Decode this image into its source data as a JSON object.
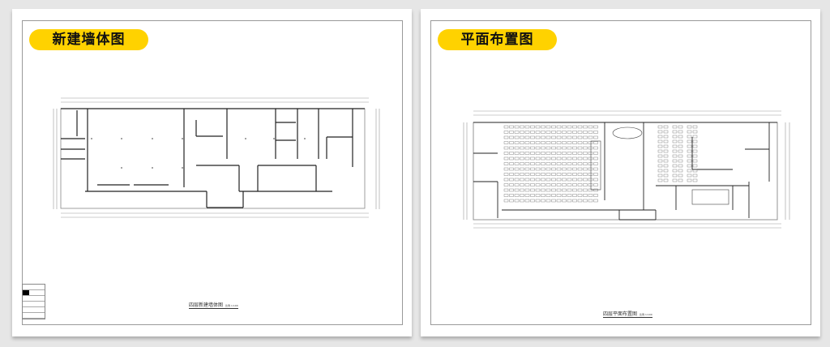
{
  "panels": [
    {
      "label": "新建墙体图",
      "caption": "四层新建墙体图",
      "scale": "比例 1:100"
    },
    {
      "label": "平面布置图",
      "caption": "四层平面布置图",
      "scale": "比例 1:100"
    }
  ],
  "colors": {
    "accent": "#ffd200",
    "background": "#e6e6e6",
    "line": "#333333"
  }
}
